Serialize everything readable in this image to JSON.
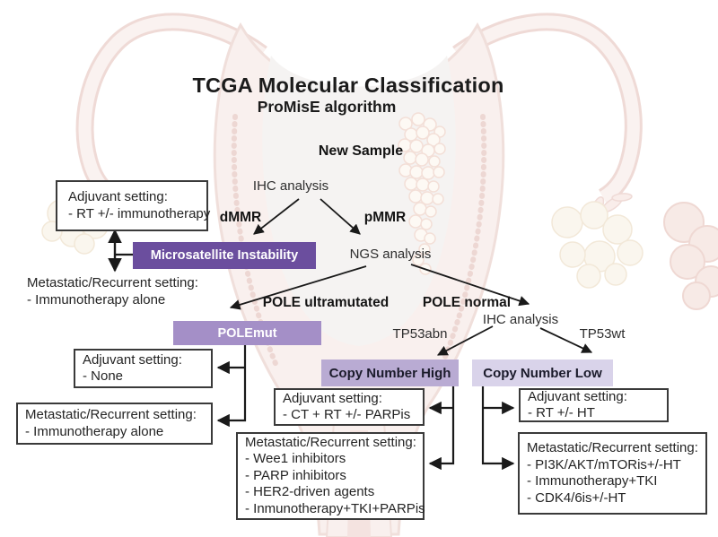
{
  "title": "TCGA Molecular Classification",
  "subtitle": "ProMisE algorithm",
  "nodes": {
    "new_sample": "New Sample",
    "ihc_1": "IHC analysis",
    "dmmr": "dMMR",
    "pmmr": "pMMR",
    "msi": "Microsatellite Instability",
    "ngs": "NGS analysis",
    "pole_ultramutated": "POLE ultramutated",
    "pole_normal": "POLE normal",
    "ihc_2": "IHC analysis",
    "tp53abn": "TP53abn",
    "tp53wt": "TP53wt",
    "polemut": "POLEmut",
    "copy_number_high": "Copy Number High",
    "copy_number_low": "Copy Number Low"
  },
  "treatment_boxes": {
    "msi_adjuvant": {
      "title": "Adjuvant setting:",
      "items": [
        "- RT +/- immunotherapy"
      ]
    },
    "msi_metastatic": {
      "title": "Metastatic/Recurrent setting:",
      "items": [
        "- Immunotherapy alone"
      ]
    },
    "polemut_adjuvant": {
      "title": "Adjuvant setting:",
      "items": [
        "- None"
      ]
    },
    "polemut_metastatic": {
      "title": "Metastatic/Recurrent setting:",
      "items": [
        "- Immunotherapy alone"
      ]
    },
    "cnh_adjuvant": {
      "title": "Adjuvant setting:",
      "items": [
        "- CT + RT +/- PARPis"
      ]
    },
    "cnh_metastatic": {
      "title": "Metastatic/Recurrent setting:",
      "items": [
        "- Wee1 inhibitors",
        "- PARP inhibitors",
        "- HER2-driven agents",
        "- Inmunotherapy+TKI+PARPis"
      ]
    },
    "cnl_adjuvant": {
      "title": "Adjuvant setting:",
      "items": [
        "- RT +/- HT"
      ]
    },
    "cnl_metastatic": {
      "title": "Metastatic/Recurrent setting:",
      "items": [
        "- PI3K/AKT/mTORis+/-HT",
        "- Immunotherapy+TKI",
        "- CDK4/6is+/-HT"
      ]
    }
  },
  "colors": {
    "msi_box_bg": "#6b4e9e",
    "polemut_box_bg": "#a48fc7",
    "copy_number_high_bg": "#b9abd3",
    "copy_number_low_bg": "#d9d3ea",
    "arrow": "#1a1a1a",
    "box_border": "#3a3a3a"
  }
}
